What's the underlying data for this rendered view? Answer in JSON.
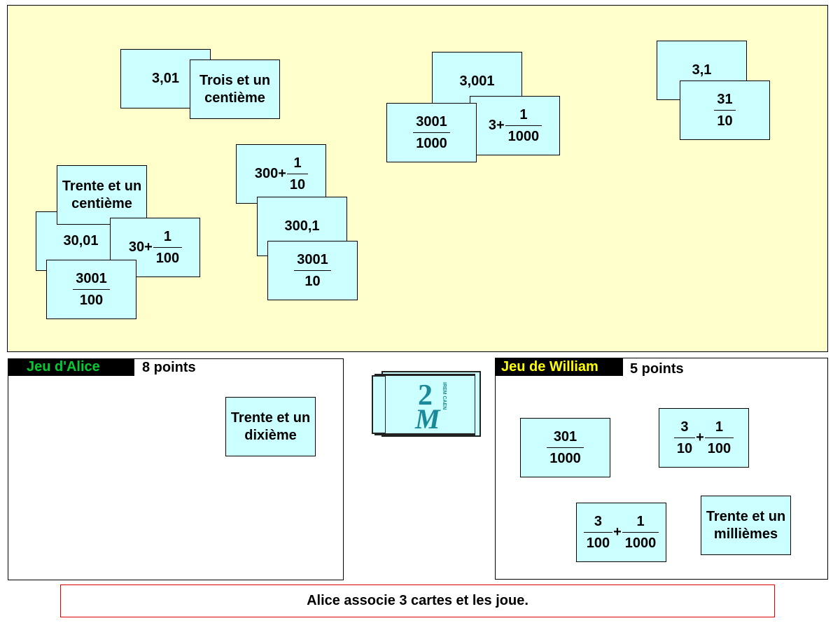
{
  "table_cards": [
    {
      "kind": "text",
      "text": "3,01"
    },
    {
      "kind": "text",
      "text": "Trois et un centième"
    },
    {
      "kind": "text",
      "text": "3,001"
    },
    {
      "kind": "mixed",
      "whole": "3+",
      "num": "1",
      "den": "1000"
    },
    {
      "kind": "frac",
      "num": "3001",
      "den": "1000"
    },
    {
      "kind": "text",
      "text": "3,1"
    },
    {
      "kind": "frac",
      "num": "31",
      "den": "10"
    },
    {
      "kind": "mixed",
      "whole": "300+",
      "num": "1",
      "den": "10"
    },
    {
      "kind": "text",
      "text": "300,1"
    },
    {
      "kind": "frac",
      "num": "3001",
      "den": "10"
    },
    {
      "kind": "text",
      "text": "30,01"
    },
    {
      "kind": "text",
      "text": "Trente et un centième"
    },
    {
      "kind": "mixed",
      "whole": "30+",
      "num": "1",
      "den": "100"
    },
    {
      "kind": "frac",
      "num": "3001",
      "den": "100"
    }
  ],
  "alice": {
    "title": "Jeu d'Alice",
    "title_color": "#00cc33",
    "score": "8 points",
    "cards": [
      {
        "kind": "text",
        "text": "Trente et un dixième"
      }
    ]
  },
  "william": {
    "title": "Jeu de William",
    "title_color": "#ffff00",
    "score": "5 points",
    "cards": [
      {
        "kind": "frac",
        "num": "301",
        "den": "1000"
      },
      {
        "kind": "fracsum",
        "a": {
          "num": "3",
          "den": "10"
        },
        "op": "+",
        "b": {
          "num": "1",
          "den": "100"
        }
      },
      {
        "kind": "fracsum",
        "a": {
          "num": "3",
          "den": "100"
        },
        "op": "+",
        "b": {
          "num": "1",
          "den": "1000"
        }
      },
      {
        "kind": "text",
        "text": "Trente et un millièmes"
      }
    ]
  },
  "deck": {
    "icon": "2im-logo-icon",
    "logo_text": "IREM CAEN"
  },
  "status": "Alice associe 3 cartes et les joue.",
  "colors": {
    "table": "#ffffcc",
    "card": "#ccffff",
    "status_border": "#e00000"
  }
}
